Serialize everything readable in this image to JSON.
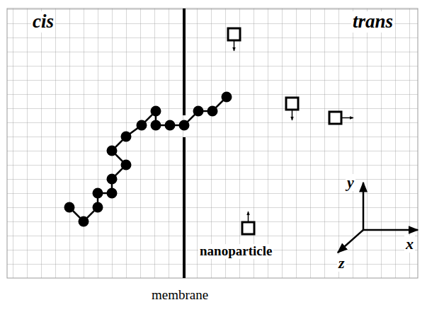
{
  "diagram": {
    "labels": [
      "cis",
      "trans",
      "y",
      "nanoparticle",
      "x",
      "z",
      "membrane"
    ]
  }
}
